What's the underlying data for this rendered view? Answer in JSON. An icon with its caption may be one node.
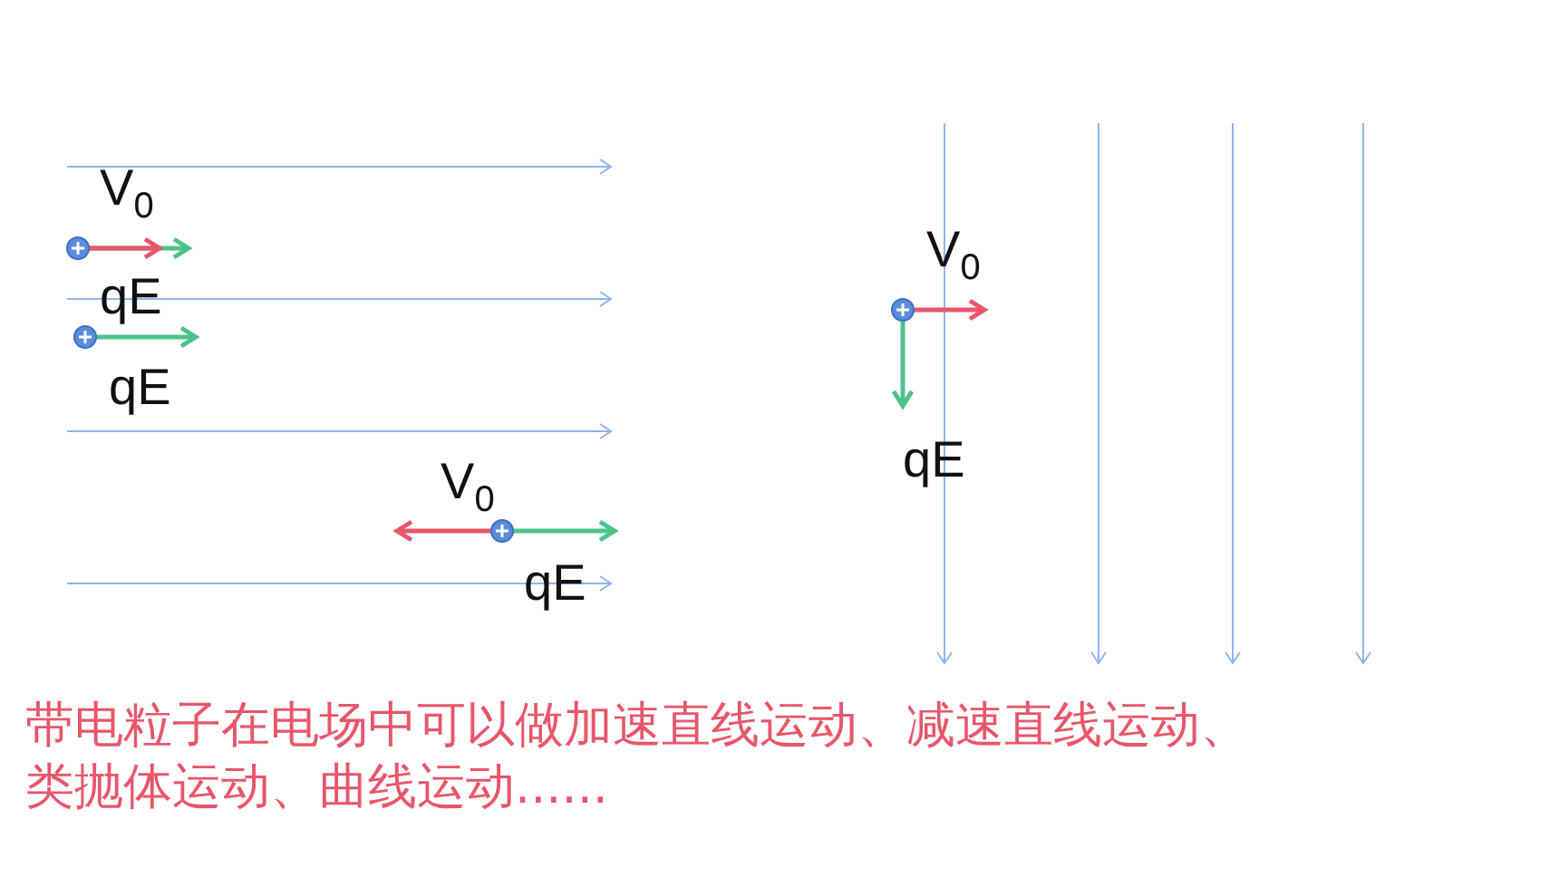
{
  "diagram": {
    "caption": "带电粒子在电场中可以做加速直线运动、减速直线运动、类抛体运动、曲线运动......",
    "labels": [
      "V$_{0}$",
      "V$_{0}$",
      "qE",
      "qE",
      "qE",
      "V$_{0}$",
      "qE"
    ]
  }
}
